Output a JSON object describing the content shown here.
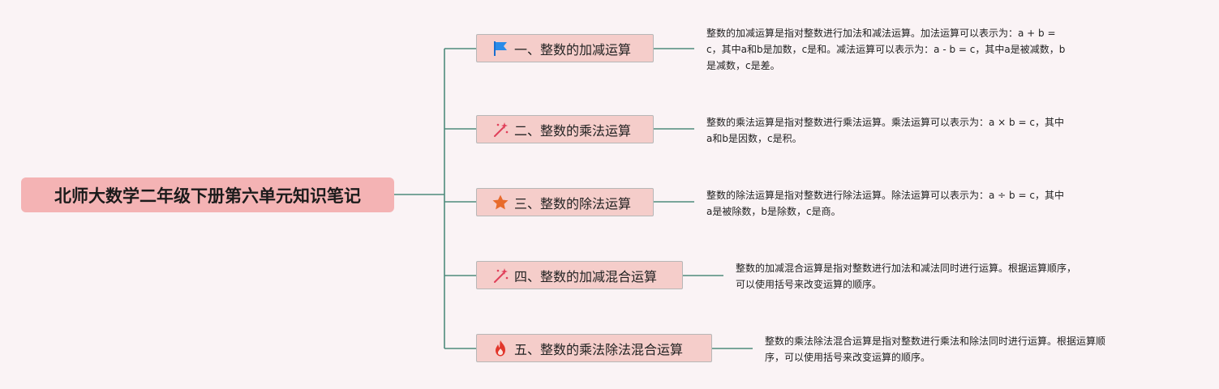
{
  "root": {
    "title": "北师大数学二年级下册第六单元知识笔记"
  },
  "branches": [
    {
      "label": "一、整数的加减运算",
      "icon": "flag-icon",
      "notes": [
        "整数的加减运算是指对整数进行加法和减法运算。加法运算可以表示为：a + b =",
        "c，其中a和b是加数，c是和。减法运算可以表示为：a - b = c，其中a是被减数，b",
        "是减数，c是差。"
      ]
    },
    {
      "label": "二、整数的乘法运算",
      "icon": "magic-wand-icon",
      "notes": [
        "整数的乘法运算是指对整数进行乘法运算。乘法运算可以表示为：a × b = c，其中",
        "a和b是因数，c是积。"
      ]
    },
    {
      "label": "三、整数的除法运算",
      "icon": "star-icon",
      "notes": [
        "整数的除法运算是指对整数进行除法运算。除法运算可以表示为：a ÷ b = c，其中",
        "a是被除数，b是除数，c是商。"
      ]
    },
    {
      "label": "四、整数的加减混合运算",
      "icon": "magic-wand-icon",
      "notes": [
        "整数的加减混合运算是指对整数进行加法和减法同时进行运算。根据运算顺序，",
        "可以使用括号来改变运算的顺序。"
      ]
    },
    {
      "label": "五、整数的乘法除法混合运算",
      "icon": "fire-icon",
      "notes": [
        "整数的乘法除法混合运算是指对整数进行乘法和除法同时进行运算。根据运算顺",
        "序，可以使用括号来改变运算的顺序。"
      ]
    }
  ],
  "colors": {
    "connector": "#4e8b7c",
    "root_fill": "#f4b3b4",
    "branch_fill": "#f5cdca"
  }
}
